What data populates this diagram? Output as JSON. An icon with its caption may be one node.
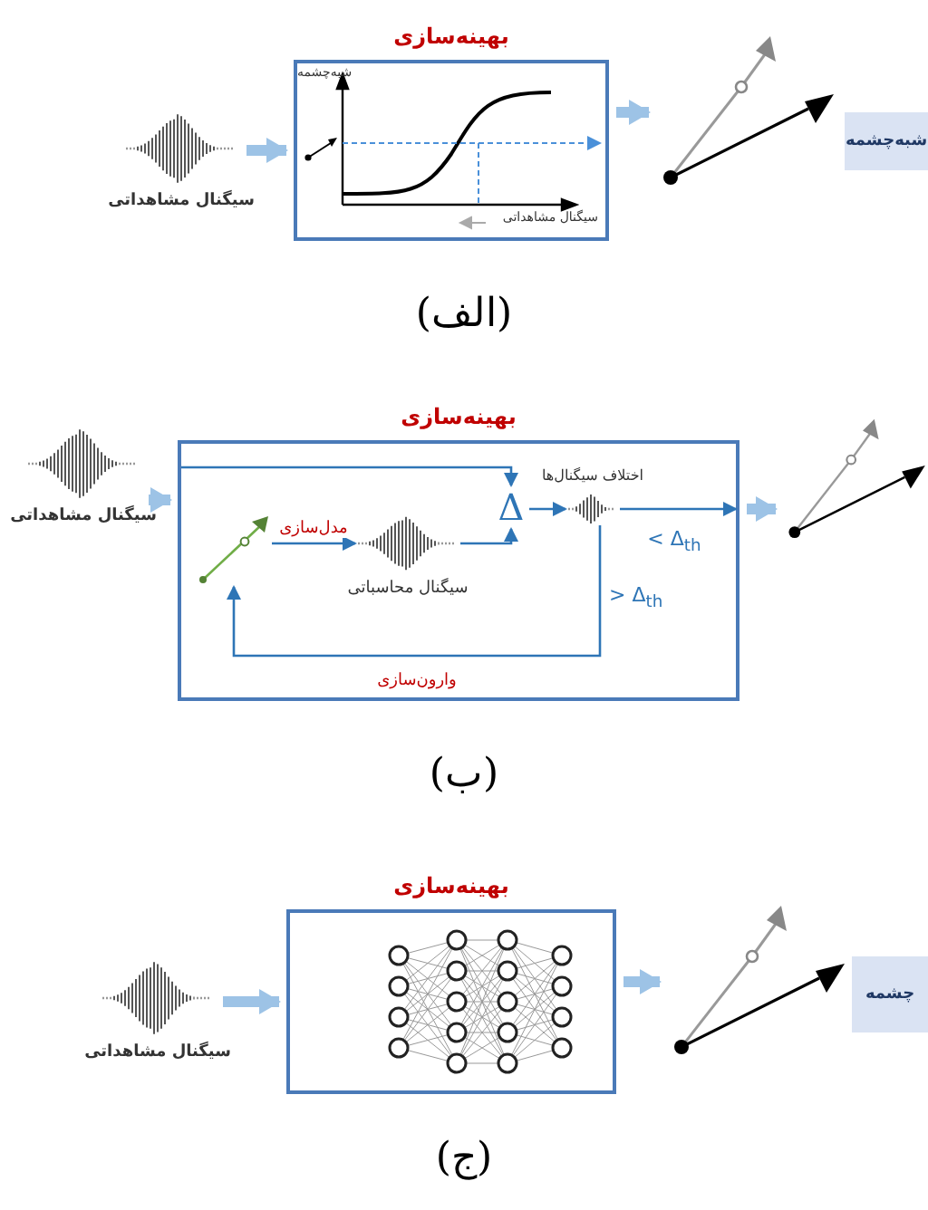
{
  "diagram": {
    "nodes": [
      {
        "text": [],
        "shape": "picture",
        "beside": [
          "سیگنال مشاهداتی"
        ]
      },
      {
        "text": [
          "بهینه‌سازی"
        ]
      },
      {
        "text": [],
        "shape": "picture"
      },
      {
        "text": [
          "شبه‌چشمه"
        ]
      },
      {
        "text": [],
        "shape": "picture",
        "beside": [
          "سیگنال مشاهداتی"
        ]
      },
      {
        "text": [
          "بهینه‌سازی"
        ]
      },
      {
        "text": [],
        "shape": "picture",
        "in": 5
      },
      {
        "text": [],
        "shape": "picture",
        "in": 5,
        "beside": [
          "سیگنال محاسباتی"
        ]
      },
      {
        "text": [
          "Δ"
        ],
        "in": 5
      },
      {
        "text": [],
        "shape": "picture",
        "in": 5,
        "beside": [
          "اختلاف سیگنال‌ها"
        ]
      },
      {
        "text": [],
        "shape": "picture"
      },
      {
        "text": [],
        "shape": "picture",
        "beside": [
          "سیگنال مشاهداتی"
        ]
      },
      {
        "text": [
          "بهینه‌سازی"
        ]
      },
      {
        "text": [],
        "shape": "picture"
      },
      {
        "text": [
          "چشمه"
        ]
      }
    ],
    "edges": [
      {
        "from": 0,
        "to": 1,
        "arrow": "to",
        "style": "thick",
        "color": "#9dc3e6"
      },
      {
        "from": 1,
        "to": 2,
        "arrow": "to",
        "style": "thick",
        "color": "#9dc3e6"
      },
      {
        "from": 4,
        "to": 5,
        "arrow": "to",
        "style": "thick",
        "color": "#9dc3e6"
      },
      {
        "from": null,
        "to": 8,
        "arrow": "to",
        "color": "#2e75b6"
      },
      {
        "from": 6,
        "to": 7,
        "arrow": "to",
        "label": "مدل‌سازی",
        "color": "#2e75b6"
      },
      {
        "from": 7,
        "to": 8,
        "arrow": "to",
        "color": "#2e75b6"
      },
      {
        "from": 8,
        "to": 9,
        "arrow": "to",
        "color": "#2e75b6"
      },
      {
        "from": 9,
        "to": null,
        "arrow": "to",
        "label": "< Δ$_{th}$",
        "color": "#2e75b6"
      },
      {
        "from": 9,
        "to": 6,
        "arrow": "to",
        "label": "وارون‌سازی",
        "color": "#2e75b6"
      },
      {
        "from": 5,
        "to": 10,
        "arrow": "to",
        "style": "thick",
        "color": "#9dc3e6"
      },
      {
        "from": 11,
        "to": 12,
        "arrow": "to",
        "style": "thick",
        "color": "#9dc3e6"
      },
      {
        "from": 12,
        "to": 13,
        "arrow": "to",
        "style": "thick",
        "color": "#9dc3e6"
      }
    ],
    "labels": [
      "شبه‌چشمه",
      "سیگنال مشاهداتی",
      "(الف)",
      "> Δ$_{th}$",
      "(ب)",
      "(ج)"
    ]
  }
}
